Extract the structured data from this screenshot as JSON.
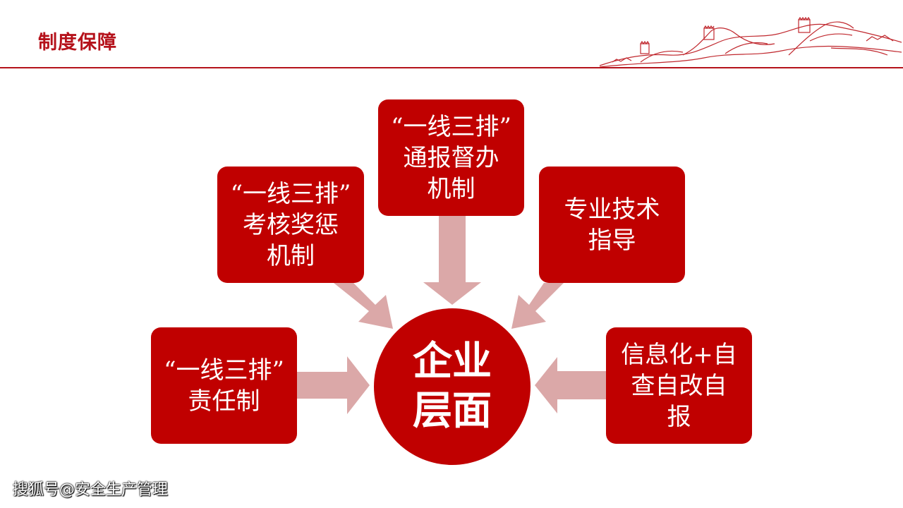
{
  "title": "制度保障",
  "center": {
    "line1": "企业",
    "line2": "层面"
  },
  "nodes": [
    {
      "id": "responsibility",
      "lines": [
        "“一线三排”",
        "责任制"
      ]
    },
    {
      "id": "assessment",
      "lines": [
        "“一线三排”",
        "考核奖惩",
        "机制"
      ]
    },
    {
      "id": "notification",
      "lines": [
        "“一线三排”",
        "通报督办",
        "机制"
      ]
    },
    {
      "id": "guidance",
      "lines": [
        "专业技术",
        "指导"
      ]
    },
    {
      "id": "informatization",
      "lines": [
        "信息化+自",
        "查自改自",
        "报"
      ]
    }
  ],
  "watermark": "搜狐号@安全生产管理",
  "colors": {
    "primary": "#c00000",
    "title": "#b5121b",
    "arrow": "#dba8a8"
  },
  "icons": {
    "header_decoration": "great-wall-icon"
  }
}
